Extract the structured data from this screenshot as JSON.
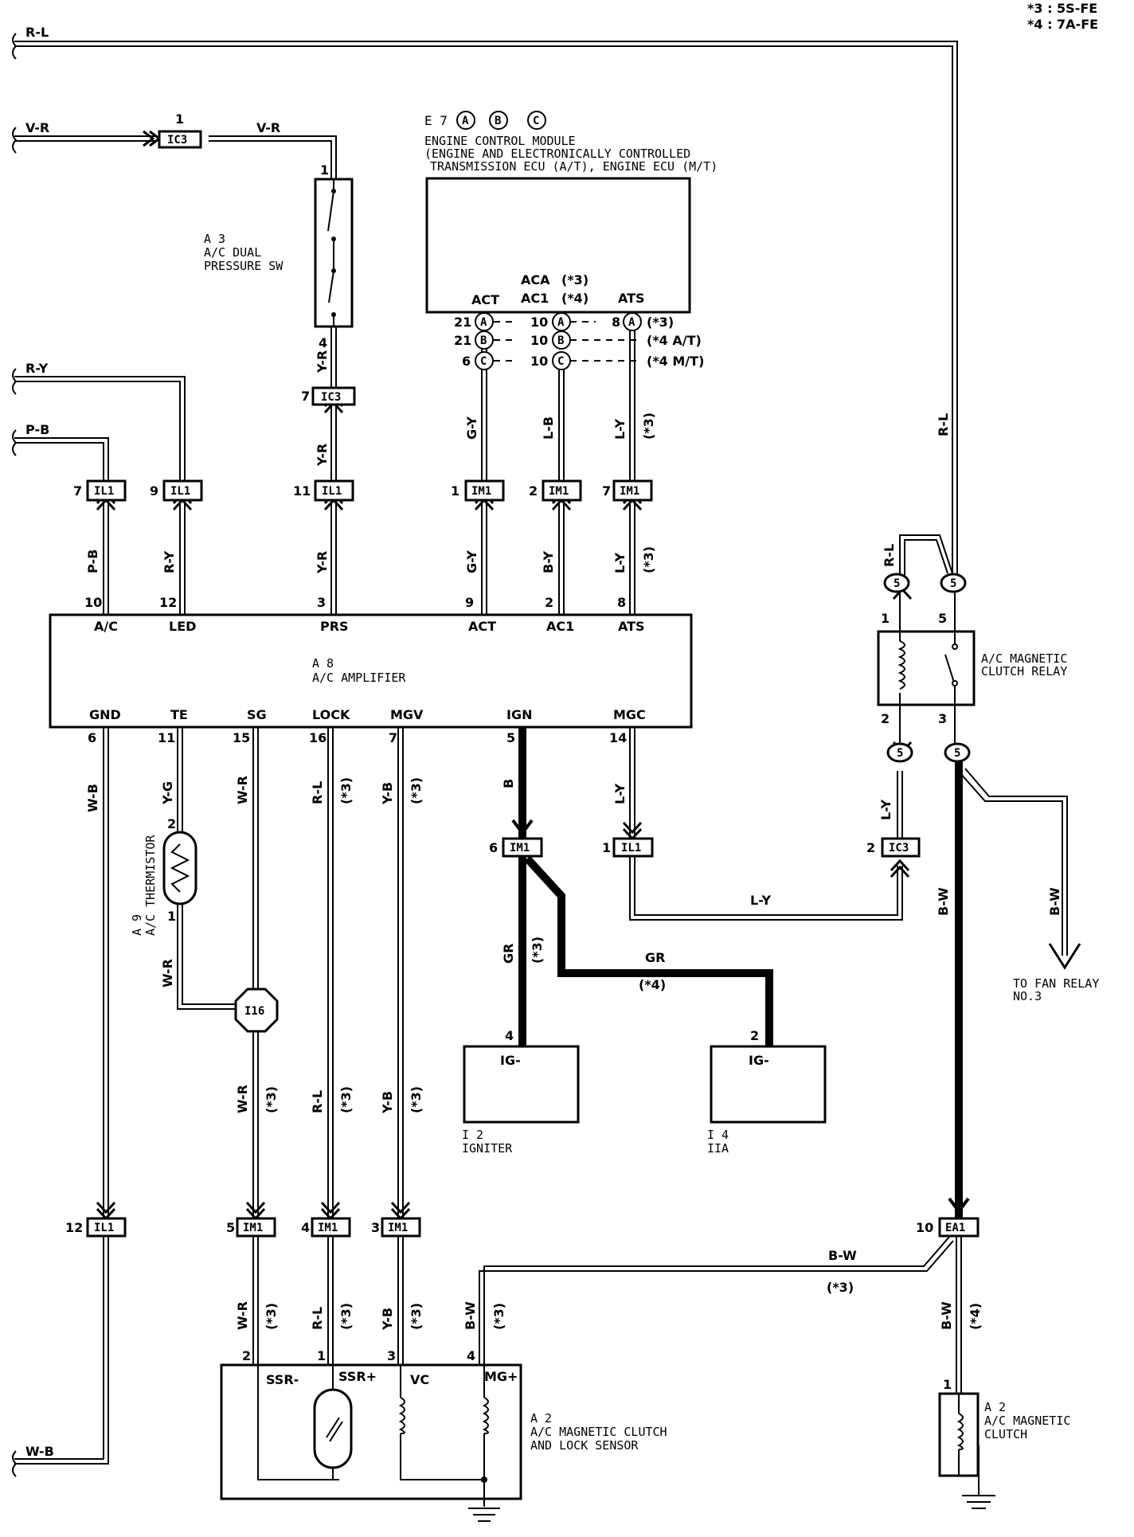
{
  "notes": [
    "*3 : 5S-FE",
    "*4 : 7A-FE"
  ],
  "ecm": {
    "ref": "E 7",
    "connector_letters": [
      "A",
      "B",
      "C"
    ],
    "title_lines": [
      "ENGINE CONTROL MODULE",
      "(ENGINE AND ELECTRONICALLY CONTROLLED",
      "TRANSMISSION ECU (A/T), ENGINE ECU (M/T)"
    ],
    "pins": {
      "act": "ACT",
      "aca": "ACA",
      "aca_note": "(*3)",
      "ac1": "AC1",
      "ac1_note": "(*4)",
      "ats": "ATS"
    },
    "rows": [
      {
        "num_left": "21",
        "letter": "A",
        "num_mid": "10",
        "letter_mid": "A",
        "num_right": "8",
        "letter_right": "A",
        "note": "(*3)"
      },
      {
        "num_left": "21",
        "letter": "B",
        "num_mid": "10",
        "letter_mid": "B",
        "note": "(*4 A/T)"
      },
      {
        "num_left": "6",
        "letter": "C",
        "num_mid": "10",
        "letter_mid": "C",
        "note": "(*4 M/T)"
      }
    ]
  },
  "amplifier": {
    "ref": "A 8",
    "name": "A/C AMPLIFIER",
    "top_pins": [
      {
        "num": "10",
        "label": "A/C"
      },
      {
        "num": "12",
        "label": "LED"
      },
      {
        "num": "3",
        "label": "PRS"
      },
      {
        "num": "9",
        "label": "ACT"
      },
      {
        "num": "2",
        "label": "AC1"
      },
      {
        "num": "8",
        "label": "ATS"
      }
    ],
    "bottom_pins": [
      {
        "num": "6",
        "label": "GND"
      },
      {
        "num": "11",
        "label": "TE"
      },
      {
        "num": "15",
        "label": "SG"
      },
      {
        "num": "16",
        "label": "LOCK"
      },
      {
        "num": "7",
        "label": "MGV"
      },
      {
        "num": "5",
        "label": "IGN"
      },
      {
        "num": "14",
        "label": "MGC"
      }
    ]
  },
  "dual_pressure_sw": {
    "lines": [
      "A 3",
      "A/C DUAL",
      "PRESSURE SW"
    ],
    "pin_top": "1",
    "pin_bottom": "4"
  },
  "thermistor": {
    "lines": [
      "A 9",
      "A/C THERMISTOR"
    ],
    "pin_top": "2",
    "pin_bottom": "1"
  },
  "relay": {
    "lines": [
      "A/C MAGNETIC",
      "CLUTCH RELAY"
    ],
    "pins": [
      "1",
      "5",
      "2",
      "3"
    ],
    "junction": "5"
  },
  "igniter": {
    "ref": "I 2",
    "name": "IGNITER",
    "pin": "4",
    "label": "IG-"
  },
  "iia": {
    "ref": "I 4",
    "name": "IIA",
    "pin": "2",
    "label": "IG-"
  },
  "clutch_sensor": {
    "lines": [
      "A 2",
      "A/C MAGNETIC CLUTCH",
      "AND LOCK SENSOR"
    ],
    "terminals": [
      "SSR-",
      "SSR+",
      "VC",
      "MG+"
    ],
    "pins": [
      "2",
      "1",
      "3",
      "4"
    ]
  },
  "clutch": {
    "lines": [
      "A 2",
      "A/C MAGNETIC",
      "CLUTCH"
    ],
    "pin": "1"
  },
  "fan_relay": {
    "lines": [
      "TO FAN RELAY",
      "NO.3"
    ]
  },
  "junction_i16": "I16",
  "connectors": {
    "ic3_top": {
      "label": "IC3",
      "pin": "1"
    },
    "ic3_mid": {
      "label": "IC3",
      "pin": "7"
    },
    "ic3_relay": {
      "label": "IC3",
      "pin": "2"
    },
    "il1_pb": {
      "label": "IL1",
      "pin": "7"
    },
    "il1_ry": {
      "label": "IL1",
      "pin": "9"
    },
    "il1_yr": {
      "label": "IL1",
      "pin": "11"
    },
    "im1_gy": {
      "label": "IM1",
      "pin": "1"
    },
    "im1_lb": {
      "label": "IM1",
      "pin": "2"
    },
    "im1_ly": {
      "label": "IM1",
      "pin": "7"
    },
    "im1_b": {
      "label": "IM1",
      "pin": "6"
    },
    "il1_mgc": {
      "label": "IL1",
      "pin": "1"
    },
    "il1_gnd": {
      "label": "IL1",
      "pin": "12"
    },
    "im1_wr": {
      "label": "IM1",
      "pin": "5"
    },
    "im1_rl": {
      "label": "IM1",
      "pin": "4"
    },
    "im1_yb": {
      "label": "IM1",
      "pin": "3"
    },
    "ea1": {
      "label": "EA1",
      "pin": "10"
    }
  },
  "wires": {
    "rl": "R-L",
    "vr": "V-R",
    "ry": "R-Y",
    "pb": "P-B",
    "yr": "Y-R",
    "gy": "G-Y",
    "lb": "L-B",
    "by": "B-Y",
    "ly": "L-Y",
    "wb": "W-B",
    "yg": "Y-G",
    "wr": "W-R",
    "yb": "Y-B",
    "b": "B",
    "gr": "GR",
    "bw": "B-W",
    "n3": "(*3)",
    "n4": "(*4)"
  }
}
